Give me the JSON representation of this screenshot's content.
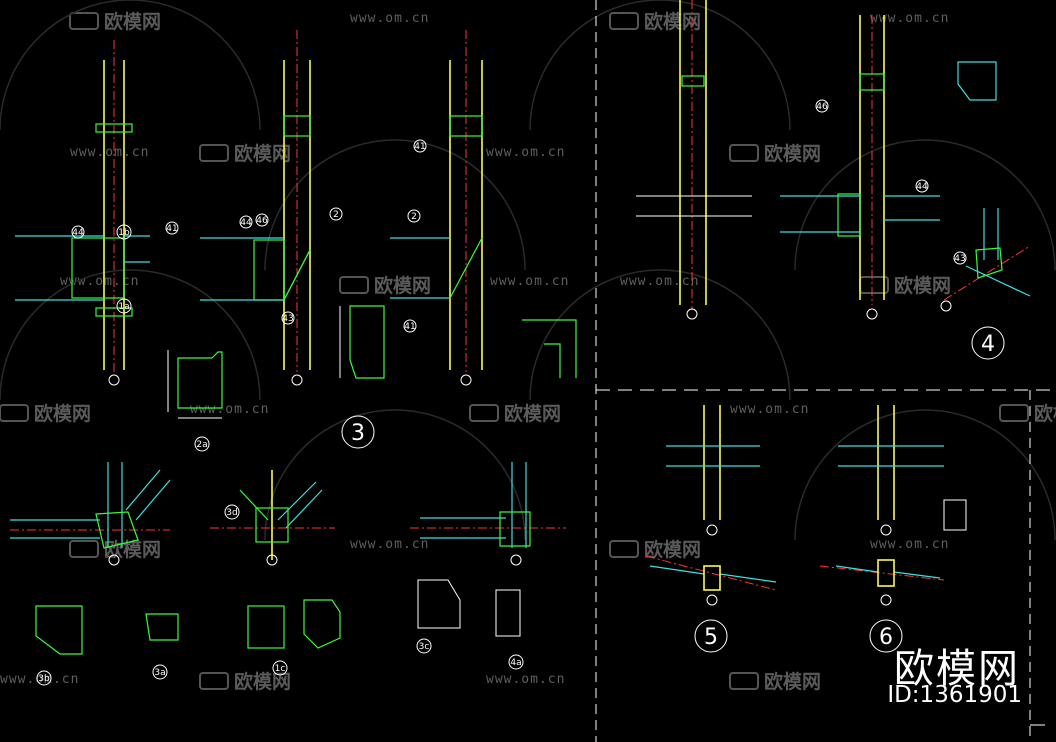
{
  "watermark": {
    "url": "www.om.cn",
    "site_name": "欧模网"
  },
  "detail_marks": [
    "3",
    "4",
    "5",
    "6"
  ],
  "sub_marks": [
    "2a",
    "1b",
    "1a",
    "3a",
    "3b",
    "1c",
    "3c",
    "4a",
    "3d"
  ],
  "callout_numbers": [
    "44",
    "41",
    "2",
    "46",
    "44",
    "41",
    "2",
    "41",
    "46",
    "44",
    "43",
    "43"
  ],
  "brand": {
    "name": "欧模网",
    "id": "ID:1361901"
  },
  "colors": {
    "background": "#000000",
    "steel_column": "#ffff33",
    "beam": "#33e3e3",
    "plate": "#33ff33",
    "axis": "#ff3333",
    "annotation": "#ffffff"
  }
}
